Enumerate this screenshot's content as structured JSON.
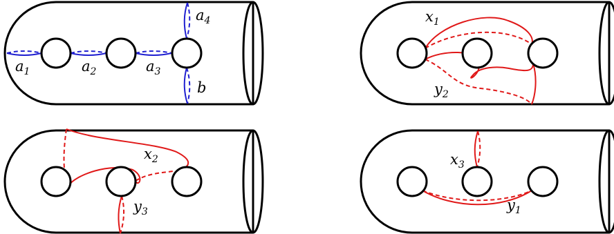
{
  "colors": {
    "outline": "#000000",
    "blue_curves": "#1f1fd0",
    "red_curves": "#e01818",
    "background": "#ffffff"
  },
  "panels": [
    {
      "name": "top-left",
      "curve_color": "blue",
      "labels": [
        {
          "base": "a",
          "sub": "1"
        },
        {
          "base": "a",
          "sub": "2"
        },
        {
          "base": "a",
          "sub": "3"
        },
        {
          "base": "a",
          "sub": "4"
        },
        {
          "base": "b",
          "sub": ""
        }
      ]
    },
    {
      "name": "top-right",
      "curve_color": "red",
      "labels": [
        {
          "base": "x",
          "sub": "1"
        },
        {
          "base": "y",
          "sub": "2"
        }
      ]
    },
    {
      "name": "bottom-left",
      "curve_color": "red",
      "labels": [
        {
          "base": "x",
          "sub": "2"
        },
        {
          "base": "y",
          "sub": "3"
        }
      ]
    },
    {
      "name": "bottom-right",
      "curve_color": "red",
      "labels": [
        {
          "base": "x",
          "sub": "3"
        },
        {
          "base": "y",
          "sub": "1"
        }
      ]
    }
  ]
}
